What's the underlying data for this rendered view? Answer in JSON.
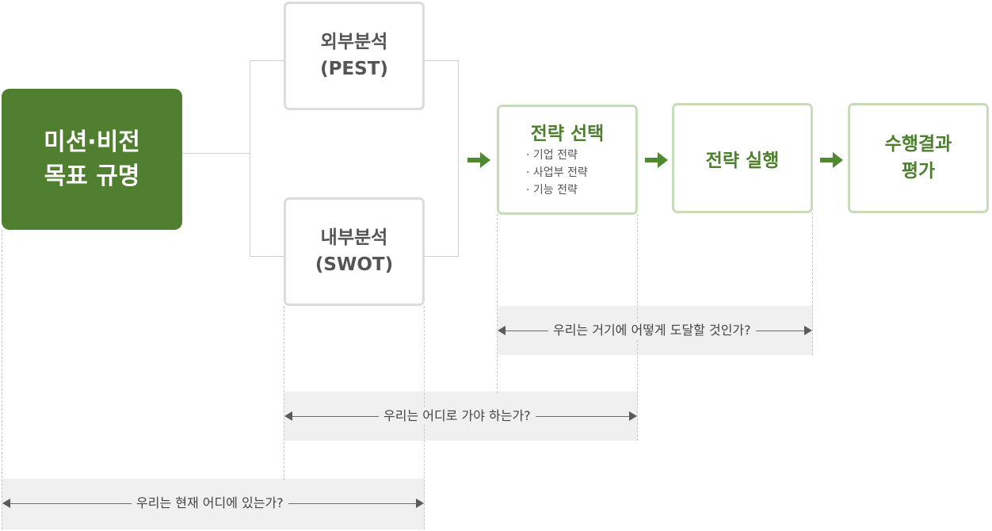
{
  "main_box": {
    "line1": "미션·비전",
    "line2": "목표 규명"
  },
  "external_analysis": {
    "line1": "외부분석",
    "line2": "(PEST)"
  },
  "internal_analysis": {
    "line1": "내부분석",
    "line2": "(SWOT)"
  },
  "strategy_selection": {
    "title": "전략 선택",
    "items": [
      "기업 전략",
      "사업부 전략",
      "기능 전략"
    ]
  },
  "strategy_execution": {
    "title": "전략 실행"
  },
  "performance_evaluation": {
    "line1": "수행결과",
    "line2": "평가"
  },
  "dimension_labels": {
    "how": "우리는 거기에 어떻게 도달할 것인가?",
    "where_to_go": "우리는 어디로 가야 하는가?",
    "where_now": "우리는 현재 어디에 있는가?"
  },
  "colors": {
    "primary_green": "#4f7f2f",
    "arrow_green": "#4f8a32",
    "light_green_border": "#c7dcb8",
    "gray_border": "#dcdcdc",
    "band_gray": "#f0f0f0"
  }
}
